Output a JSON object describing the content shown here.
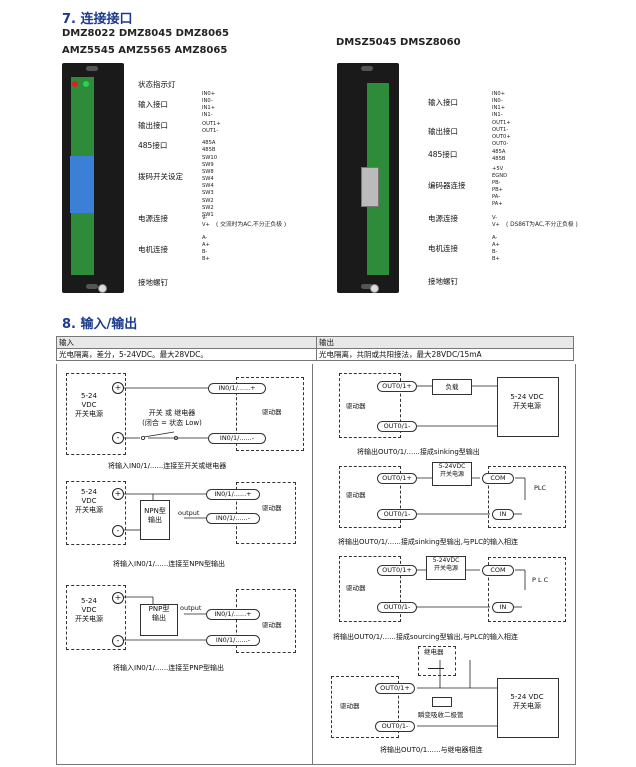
{
  "section7": {
    "title": "7. 连接接口",
    "left_models_line1": "DMZ8022 DMZ8045 DMZ8065",
    "left_models_line2": "AMZ5545 AMZ5565 AMZ8065",
    "right_models": "DMSZ5045 DMSZ8060",
    "left_labels": [
      "状态指示灯",
      "输入接口",
      "输出接口",
      "485接口",
      "拨码开关设定",
      "电源连接",
      "电机连接",
      "接地螺钉"
    ],
    "left_pins": {
      "input": [
        "IN0+",
        "IN0-",
        "IN1+",
        "IN1-"
      ],
      "output": [
        "OUT1+",
        "OUT1-"
      ],
      "rs485": [
        "485A",
        "485B"
      ],
      "switch": [
        "SW10",
        "SW9",
        "SW8",
        "SW4",
        "SW4",
        "SW3",
        "SW2",
        "SW2",
        "SW1"
      ],
      "power": [
        "V-",
        "V+"
      ],
      "motor": [
        "A-",
        "A+",
        "B-",
        "B+"
      ]
    },
    "left_power_note": "( 交流时为AC,不分正负极 )",
    "right_labels": [
      "输入接口",
      "输出接口",
      "485接口",
      "编码器连接",
      "电源连接",
      "电机连接",
      "接地螺钉"
    ],
    "right_pins": {
      "input": [
        "IN0+",
        "IN0-",
        "IN1+",
        "IN1-"
      ],
      "output": [
        "OUT1+",
        "OUT1-",
        "OUT0+",
        "OUT0-"
      ],
      "rs485": [
        "485A",
        "485B"
      ],
      "encoder": [
        "+5V",
        "EGND",
        "PB-",
        "PB+",
        "PA-",
        "PA+"
      ],
      "power": [
        "V-",
        "V+"
      ],
      "motor": [
        "A-",
        "A+",
        "B-",
        "B+"
      ]
    },
    "right_power_note": "( DS86T为AC,不分正负极 )"
  },
  "section8": {
    "title": "8. 输入/输出",
    "table": {
      "col_in": "输入",
      "col_out": "输出",
      "desc_in": "光电隔离，差分，5-24VDC。最大28VDC。",
      "desc_out": "光电隔离，共阴或共阳接法，最大28VDC/15mA"
    },
    "common": {
      "supply": "5-24\nVDC\n开关电源",
      "supply_lines": [
        "5-24",
        "VDC",
        "开关电源"
      ],
      "driver": "驱动器",
      "in_pos": "IN0/1/......+",
      "in_neg": "IN0/1/......-",
      "out_pos": "OUT0/1+",
      "out_neg": "OUT0/1-",
      "plus": "+",
      "minus": "-"
    },
    "in_diagrams": [
      {
        "switch": "开关 或 继电器",
        "switch_note": "(闭合 = 状态 Low)",
        "caption": "将输入IN0/1/......连接至开关或继电器"
      },
      {
        "device": "NPN型\n输出",
        "device_lines": [
          "NPN型",
          "输出"
        ],
        "output": "output",
        "caption": "将输入IN0/1/......连接至NPN型输出"
      },
      {
        "device_lines": [
          "PNP型",
          "输出"
        ],
        "output": "output",
        "caption": "将输入IN0/1/......连接至PNP型输出"
      }
    ],
    "out_diagrams": [
      {
        "load": "负载",
        "supply": "5-24 VDC\n开关电源",
        "supply_lines": [
          "5-24 VDC",
          "开关电源"
        ],
        "caption": "将输出OUT0/1/......接成sinking型输出"
      },
      {
        "supply_lines": [
          "5-24VDC",
          "开关电源"
        ],
        "com": "COM",
        "in": "IN",
        "plc": "PLC",
        "caption": "将输出OUT0/1/......接成sinking型输出,与PLC的输入相连"
      },
      {
        "supply_lines": [
          "5-24VDC",
          "开关电源"
        ],
        "com": "COM",
        "in": "IN",
        "plc": "P L C",
        "caption": "将输出OUT0/1/......接成sourcing型输出,与PLC的输入相连"
      },
      {
        "relay": "继电器",
        "diode": "瞬变吸收二极管",
        "supply_lines": [
          "5-24 VDC",
          "开关电源"
        ],
        "caption": "将输出OUT0/1......与继电器相连"
      }
    ]
  }
}
